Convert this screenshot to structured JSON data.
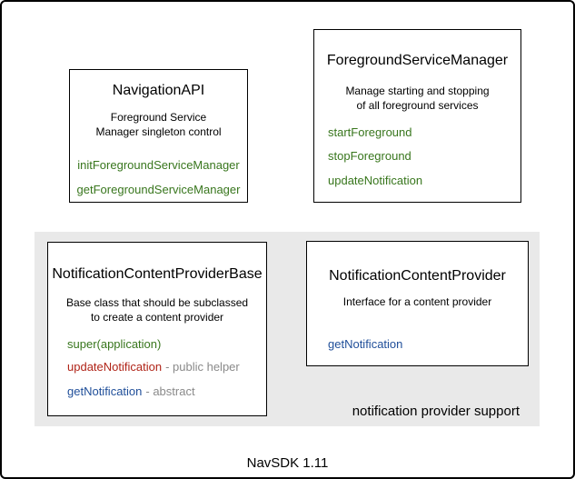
{
  "colors": {
    "method_green": "#38761d",
    "method_red": "#b02418",
    "method_blue": "#1f4e99",
    "suffix_gray": "#8a8a8a",
    "panel_bg": "#e9e9e9",
    "border": "#000000"
  },
  "boxes": {
    "navigation_api": {
      "title": "NavigationAPI",
      "description": "Foreground Service\nManager singleton control",
      "methods": [
        {
          "name": "initForegroundServiceManager",
          "color": "green"
        },
        {
          "name": "getForegroundServiceManager",
          "color": "green"
        }
      ]
    },
    "foreground_service_manager": {
      "title": "ForegroundServiceManager",
      "description": "Manage starting and stopping\nof all foreground services",
      "methods": [
        {
          "name": "startForeground",
          "color": "green"
        },
        {
          "name": "stopForeground",
          "color": "green"
        },
        {
          "name": "updateNotification",
          "color": "green"
        }
      ]
    },
    "notification_content_provider_base": {
      "title": "NotificationContentProviderBase",
      "description": "Base class that should be subclassed\nto create a content provider",
      "methods": [
        {
          "name": "super(application)",
          "suffix": "",
          "color": "green"
        },
        {
          "name": "updateNotification",
          "suffix": "- public helper",
          "color": "red"
        },
        {
          "name": "getNotification",
          "suffix": "- abstract",
          "color": "blue"
        }
      ]
    },
    "notification_content_provider": {
      "title": "NotificationContentProvider",
      "description": "Interface for a content provider",
      "methods": [
        {
          "name": "getNotification",
          "color": "blue"
        }
      ]
    }
  },
  "panel": {
    "label": "notification provider support"
  },
  "footer": {
    "label": "NavSDK 1.11"
  }
}
